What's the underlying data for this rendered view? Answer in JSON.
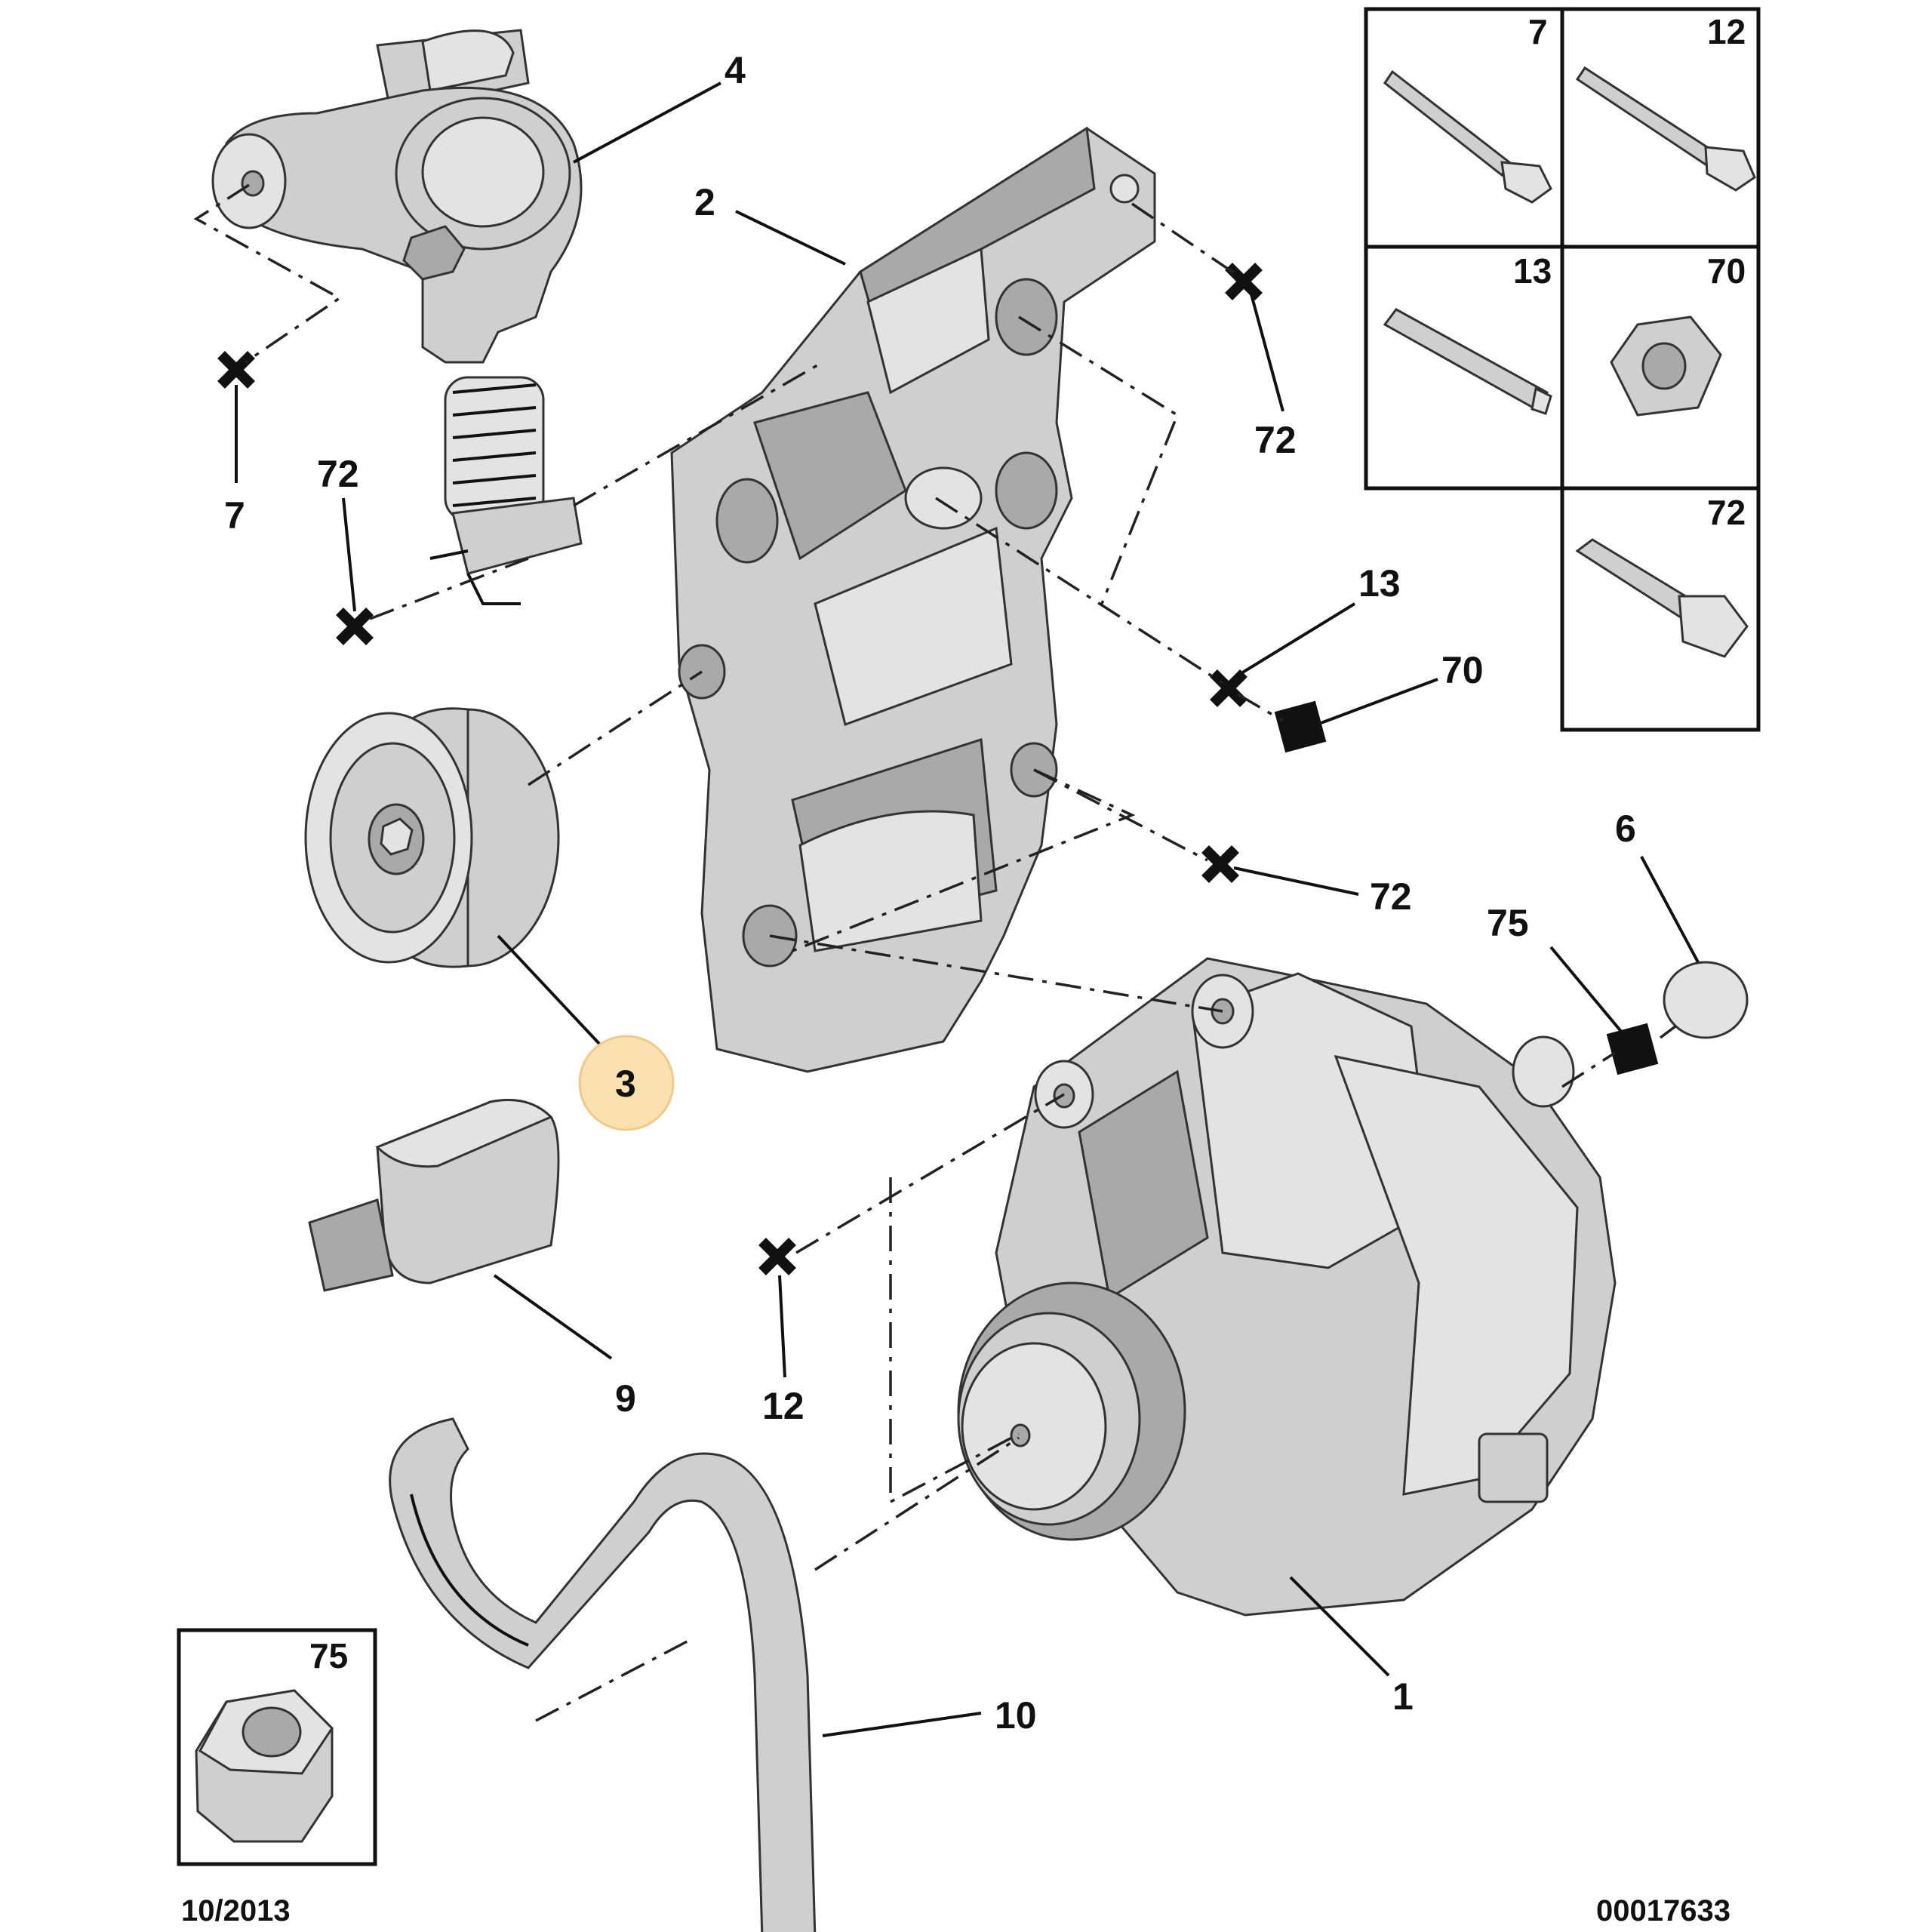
{
  "callouts": {
    "c1": "1",
    "c2": "2",
    "c3": "3",
    "c4": "4",
    "c6": "6",
    "c7": "7",
    "c9": "9",
    "c10": "10",
    "c12": "12",
    "c13": "13",
    "c70": "70",
    "c72a": "72",
    "c72b": "72",
    "c72c": "72",
    "c75": "75"
  },
  "fastener_grid": {
    "cells": [
      "7",
      "12",
      "13",
      "70",
      "72"
    ]
  },
  "nut_box": {
    "label": "75"
  },
  "footer": {
    "date": "10/2013",
    "reference": "00017633"
  },
  "colors": {
    "part_fill": "#cfcfcf",
    "part_dark": "#a9a9a9",
    "highlight_callout": "#fbe0b0"
  }
}
